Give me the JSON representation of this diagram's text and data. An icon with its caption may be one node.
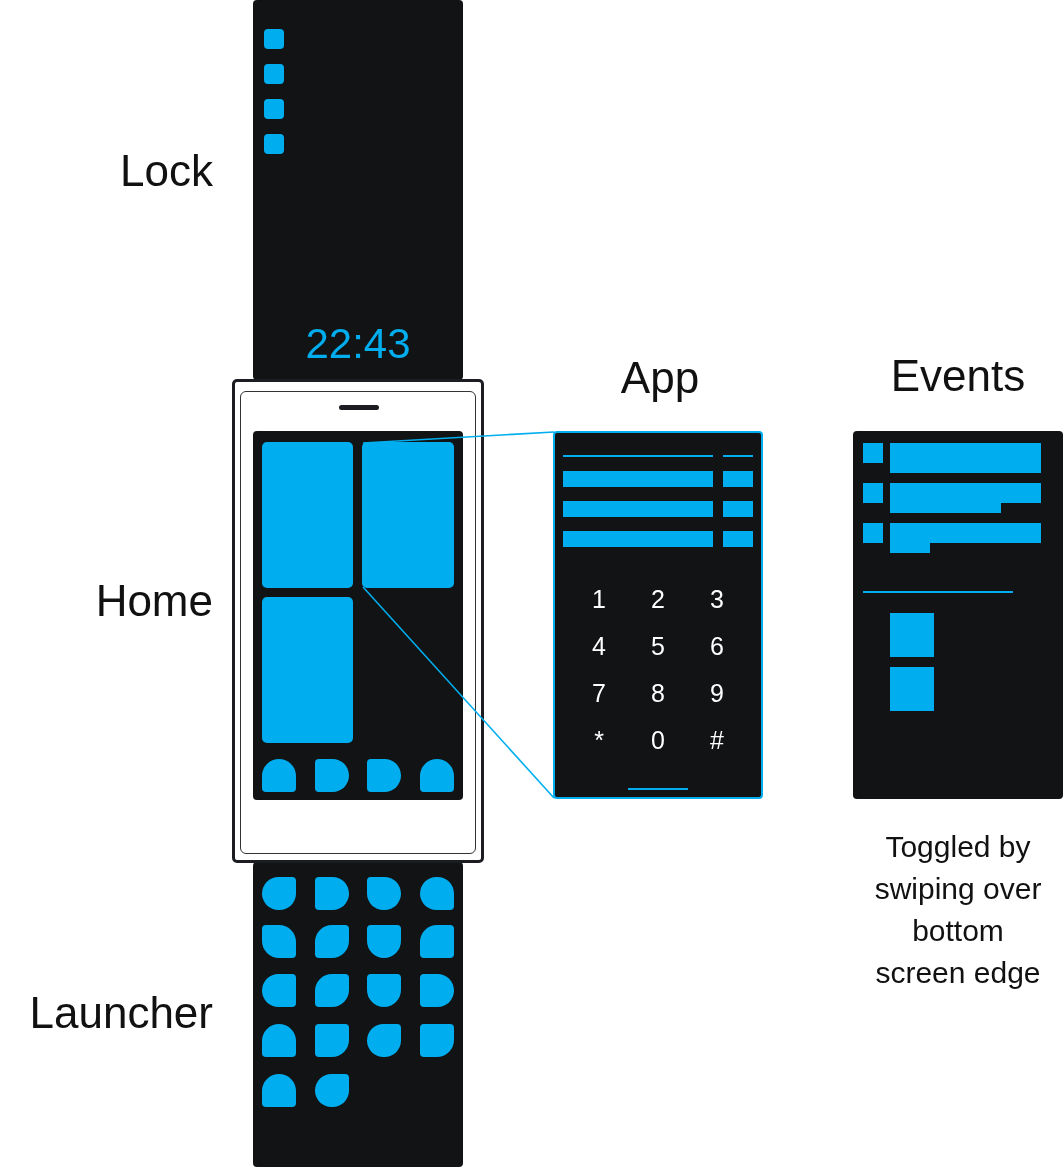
{
  "diagram": {
    "nodes": [
      {
        "text": [
          "22:43"
        ],
        "beside": [
          "Lock"
        ]
      },
      {
        "text": [],
        "shape": "box",
        "beside": [
          "Home"
        ]
      },
      {
        "text": [],
        "shape": "box",
        "in": 1
      },
      {
        "text": [],
        "shape": "box",
        "in": 1
      },
      {
        "text": [],
        "shape": "box",
        "in": 1
      },
      {
        "text": [
          "App",
          "1",
          "2",
          "3",
          "4",
          "5",
          "6",
          "7",
          "8",
          "9",
          "*",
          "0",
          "#"
        ]
      },
      {
        "text": [
          "Events"
        ],
        "beside": [
          "Toggled by swiping over bottom screen edge"
        ]
      },
      {
        "text": [],
        "shape": "box",
        "beside": [
          "Launcher"
        ]
      }
    ],
    "edges": [
      {
        "from": 3,
        "to": 5,
        "arrow": "none"
      },
      {
        "from": 3,
        "to": 5,
        "arrow": "none"
      }
    ]
  }
}
